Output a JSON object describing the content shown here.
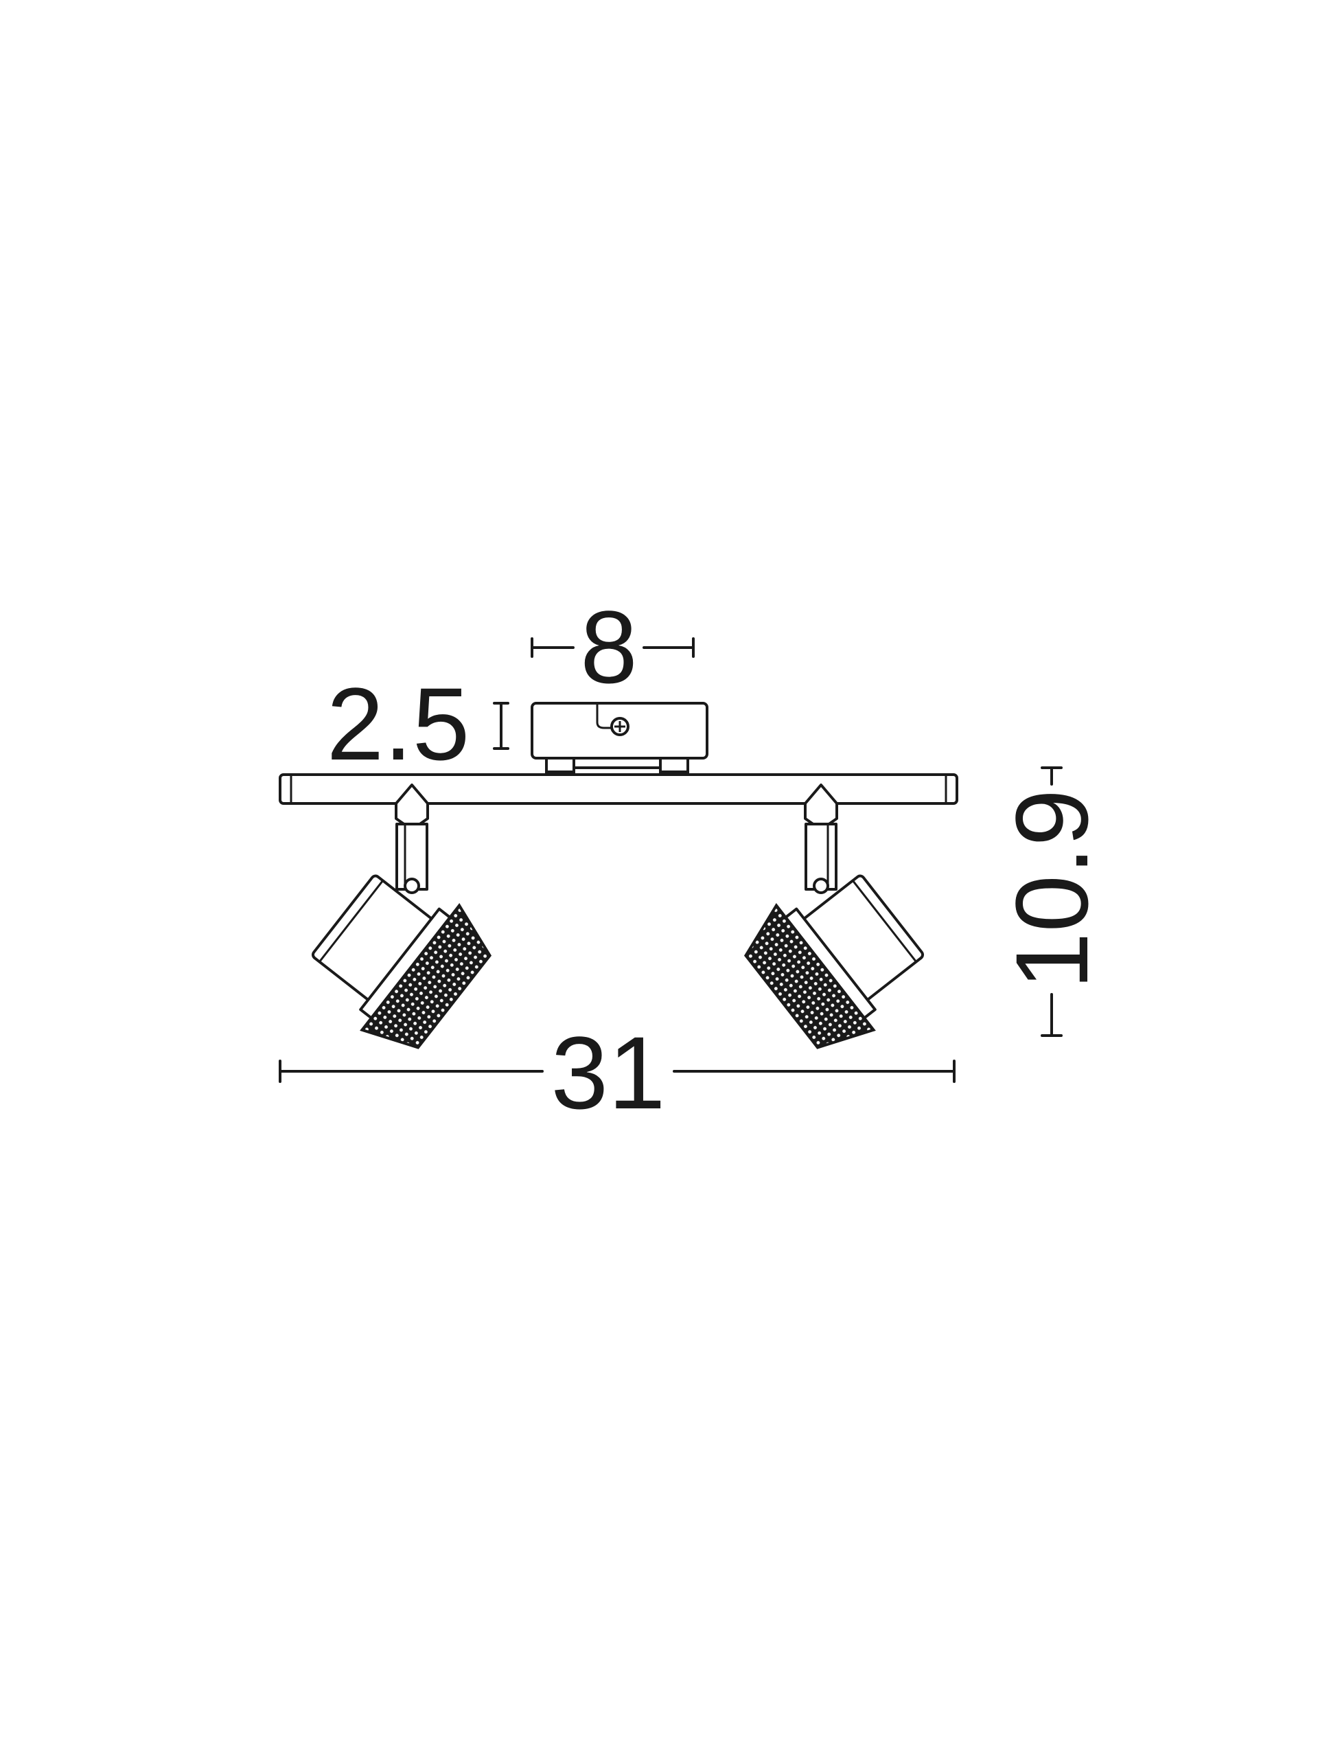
{
  "dimensions": {
    "width": "8",
    "height_plate": "2.5",
    "total_height": "10.9",
    "total_width": "31"
  },
  "colors": {
    "line": "#1a1a1a",
    "background": "#ffffff"
  }
}
